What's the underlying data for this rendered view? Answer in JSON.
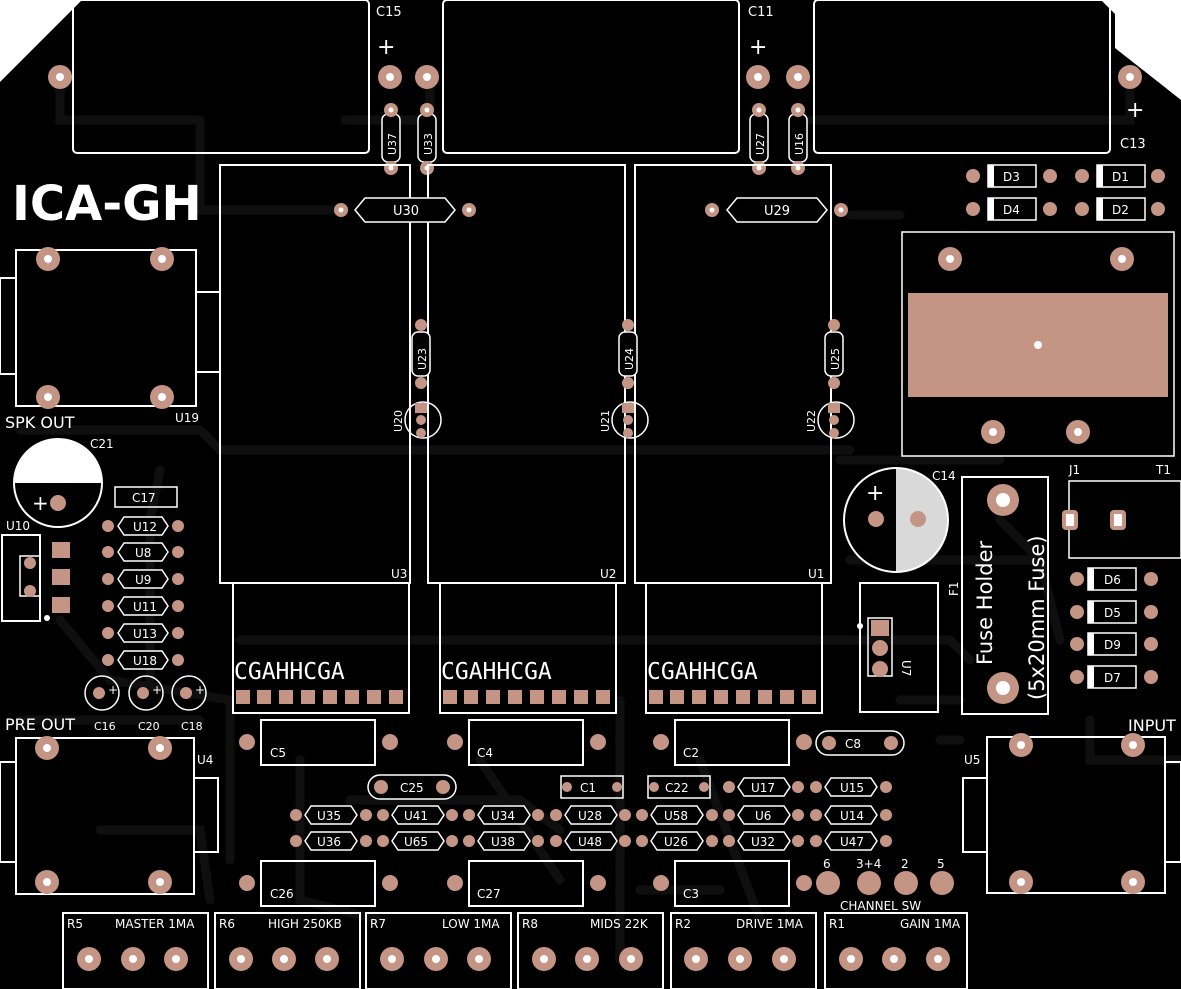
{
  "board": {
    "title": "ICA-GH",
    "colors": {
      "board": "#000000",
      "copper": "#0f0f0f",
      "pad": "#c49484",
      "silk": "#ffffff",
      "hole": "#ffffff"
    },
    "texts": {
      "spk_out": "SPK OUT",
      "pre_out": "PRE OUT",
      "input": "INPUT",
      "channel_sw": "CHANNEL SW",
      "fuse_holder": "Fuse Holder",
      "fuse_size": "(5x20mm Fuse)",
      "header_pins": "CGAHHCGA",
      "plus": "+"
    },
    "channel_sw_labels": [
      "6",
      "3+4",
      "2",
      "5"
    ],
    "pots": [
      {
        "ref": "R5",
        "name": "MASTER 1MA"
      },
      {
        "ref": "R6",
        "name": "HIGH 250KB"
      },
      {
        "ref": "R7",
        "name": "LOW 1MA"
      },
      {
        "ref": "R8",
        "name": "MIDS 22K"
      },
      {
        "ref": "R2",
        "name": "DRIVE 1MA"
      },
      {
        "ref": "R1",
        "name": "GAIN 1MA"
      }
    ],
    "relays": [
      "U3",
      "U2",
      "U1"
    ],
    "big_caps": [
      "C15",
      "C11",
      "C13"
    ],
    "labels": {
      "U37": "U37",
      "U33": "U33",
      "U27": "U27",
      "U16": "U16",
      "U30": "U30",
      "U29": "U29",
      "U23": "U23",
      "U24": "U24",
      "U25": "U25",
      "U20": "U20",
      "U21": "U21",
      "U22": "U22",
      "U19": "U19",
      "U10": "U10",
      "U4": "U4",
      "U5": "U5",
      "U7": "U7",
      "C21": "C21",
      "C14": "C14",
      "C17": "C17",
      "C16": "C16",
      "C20": "C20",
      "C18": "C18",
      "C5": "C5",
      "C4": "C4",
      "C2": "C2",
      "C8": "C8",
      "C25": "C25",
      "C1": "C1",
      "C22": "C22",
      "C26": "C26",
      "C27": "C27",
      "C3": "C3",
      "J1": "J1",
      "T1": "T1",
      "F1": "F1"
    },
    "diodes": [
      "D3",
      "D1",
      "D4",
      "D2",
      "D6",
      "D5",
      "D9",
      "D7"
    ],
    "left_resistors": [
      "U12",
      "U8",
      "U9",
      "U11",
      "U13",
      "U18"
    ],
    "bottom_resistors": [
      [
        "U35",
        "U41",
        "U34",
        "U28",
        "U58",
        "U6",
        "U14"
      ],
      [
        "U36",
        "U65",
        "U38",
        "U48",
        "U26",
        "U32",
        "U47"
      ],
      [
        "U17",
        "U15"
      ]
    ]
  }
}
